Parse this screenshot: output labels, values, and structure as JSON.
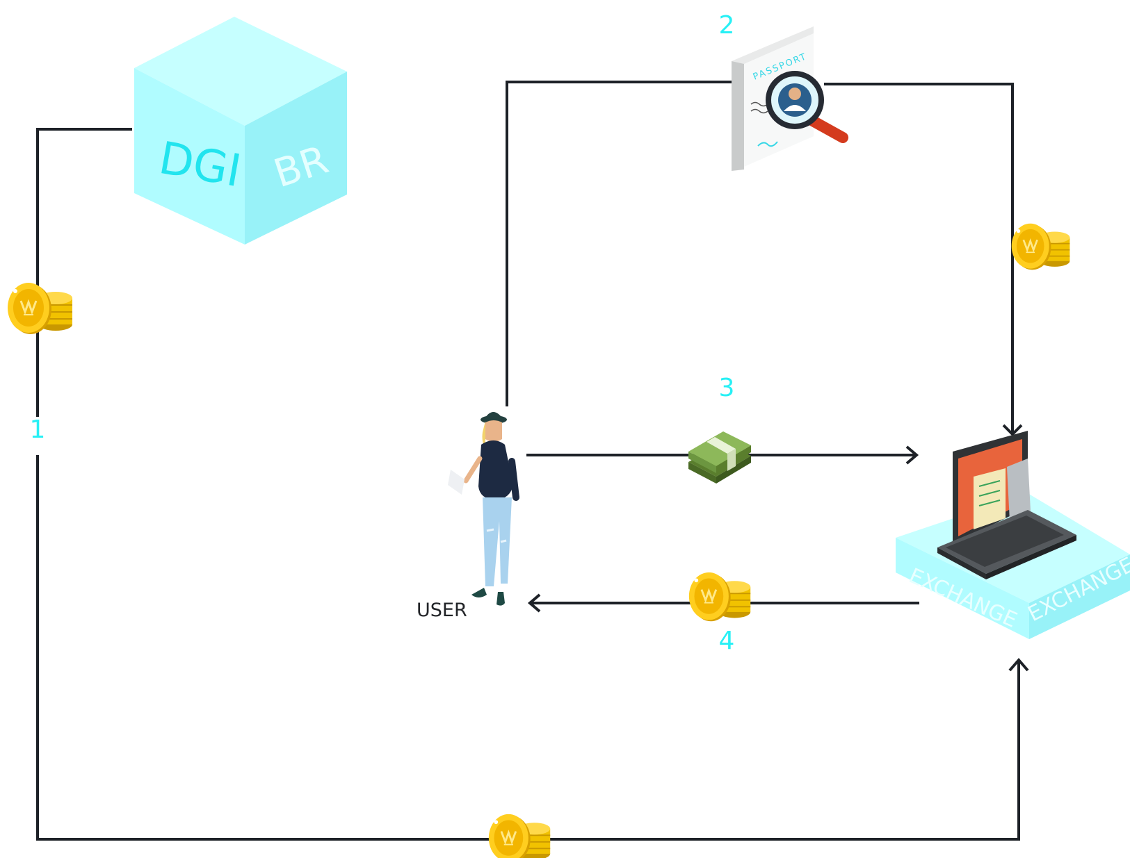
{
  "colors": {
    "line": "#1d2127",
    "label": "#27f0f5",
    "cube_top": "#c6ffff",
    "cube_front": "#b0fcff",
    "cube_side": "#98f2f8",
    "coin": "#f2c400"
  },
  "icons": [
    "cube-icon",
    "passport-search-icon",
    "cash-stack-icon",
    "coin-stack-icon",
    "laptop-vault-icon",
    "user-person-icon"
  ],
  "nodes": {
    "cube": {
      "front_label": "DGI",
      "side_label": "BR"
    },
    "passport": {
      "label": "PASSPORT"
    },
    "exchange": {
      "label_left": "EXCHANGE",
      "label_right": "EXCHANGE"
    },
    "user": {
      "label": "USER"
    }
  },
  "steps": {
    "step1": "1",
    "step2": "2",
    "step3": "3",
    "step4": "4"
  }
}
